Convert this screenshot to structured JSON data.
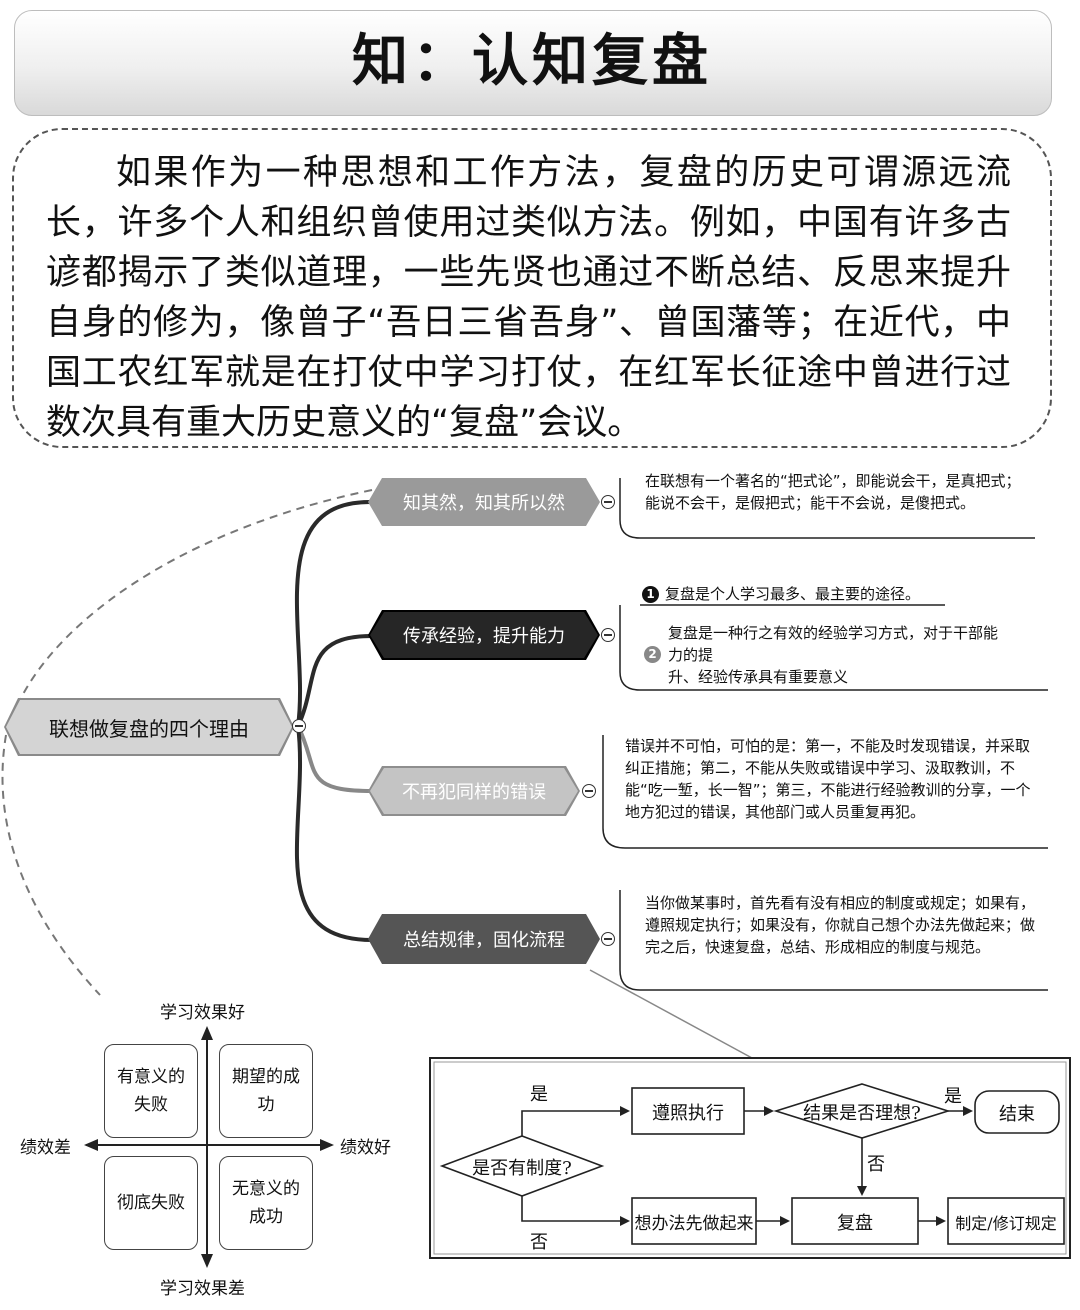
{
  "title": "知：认知复盘",
  "intro": "如果作为一种思想和工作方法，复盘的历史可谓源远流长，许多个人和组织曾使用过类似方法。例如，中国有许多古谚都揭示了类似道理，一些先贤也通过不断总结、反思来提升自身的修为，像曾子“吾日三省吾身”、曾国藩等；在近代，中国工农红军就是在打仗中学习打仗，在红军长征途中曾进行过数次具有重大历史意义的“复盘”会议。",
  "mindmap": {
    "root": "联想做复盘的四个理由",
    "branches": [
      {
        "label": "知其然，知其所以然",
        "note": "在联想有一个著名的“把式论”，即能说会干，是真把式；能说不会干，是假把式；能干不会说，是傻把式。"
      },
      {
        "label": "传承经验，提升能力",
        "points": [
          {
            "num": "1",
            "text": "复盘是个人学习最多、最主要的途径。"
          },
          {
            "num": "2",
            "text_line1": "复盘是一种行之有效的经验学习方式，对于干部能",
            "text_line2": "力的提",
            "text_line3": "升、经验传承具有重要意义"
          }
        ]
      },
      {
        "label": "不再犯同样的错误",
        "note": "错误并不可怕，可怕的是：第一，不能及时发现错误，并采取纠正措施；第二，不能从失败或错误中学习、汲取教训，不能“吃一堑，长一智”；第三，不能进行经验教训的分享，一个地方犯过的错误，其他部门或人员重复再犯。"
      },
      {
        "label": "总结规律，固化流程",
        "note": "当你做某事时，首先看有没有相应的制度或规定；如果有，遵照规定执行；如果没有，你就自己想个办法先做起来；做完之后，快速复盘，总结、形成相应的制度与规范。"
      }
    ]
  },
  "quadrant": {
    "axis_top": "学习效果好",
    "axis_bottom": "学习效果差",
    "axis_left": "绩效差",
    "axis_right": "绩效好",
    "top_left": "有意义的失败",
    "top_right": "期望的成功",
    "bottom_left": "彻底失败",
    "bottom_right": "无意义的成功"
  },
  "flowchart": {
    "decision_start": "是否有制度?",
    "yes_label": "是",
    "no_label": "否",
    "follow": "遵照执行",
    "decision_ideal": "结果是否理想?",
    "yes_label_2": "是",
    "no_label_2": "否",
    "end": "结束",
    "improvise": "想办法先做起来",
    "review": "复盘",
    "define": "制定/修订规定"
  }
}
